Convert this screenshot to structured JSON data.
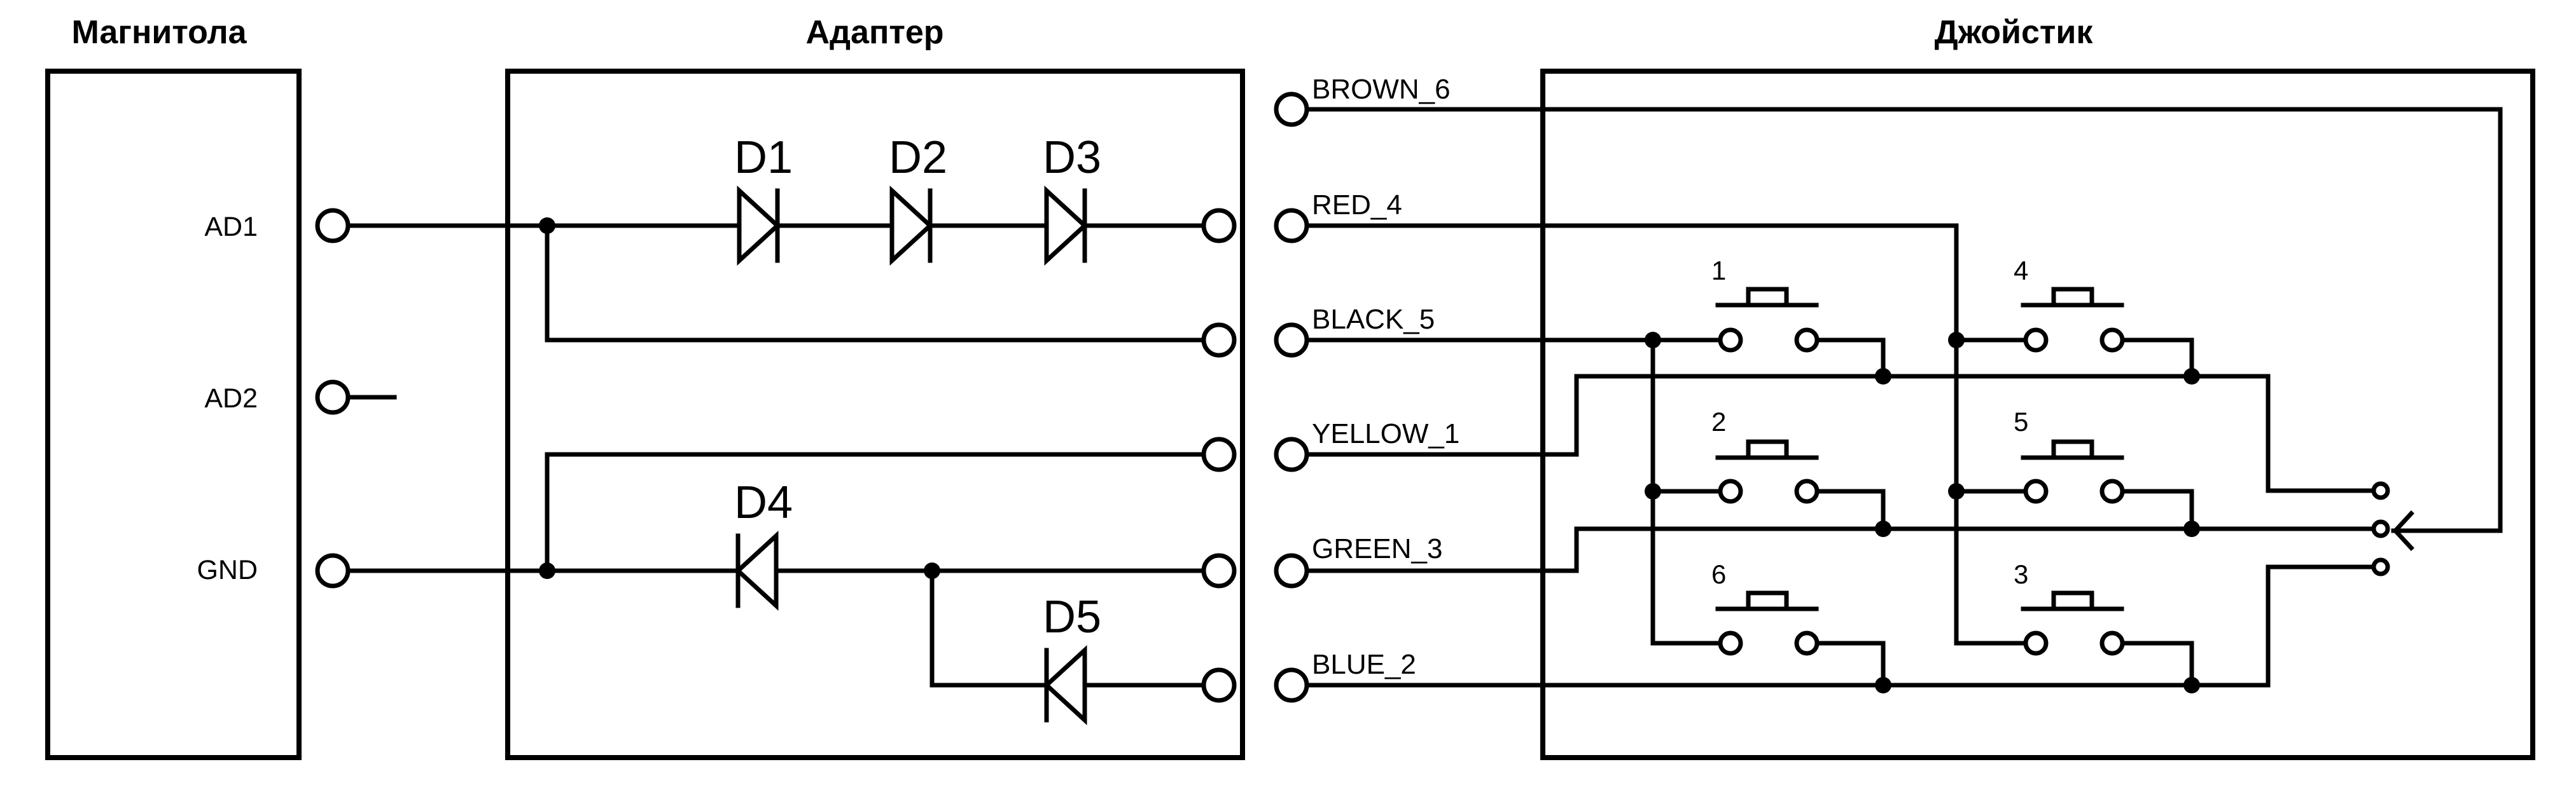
{
  "blocks": {
    "radio": "Магнитола",
    "adapter": "Адаптер",
    "joystick": "Джойстик"
  },
  "radio_pins": [
    "AD1",
    "AD2",
    "GND"
  ],
  "wires": [
    "BROWN_6",
    "RED_4",
    "BLACK_5",
    "YELLOW_1",
    "GREEN_3",
    "BLUE_2"
  ],
  "diodes": [
    "D1",
    "D2",
    "D3",
    "D4",
    "D5"
  ],
  "buttons": [
    "1",
    "4",
    "2",
    "5",
    "6",
    "3"
  ],
  "colors": {
    "ink": "#000000",
    "background": "#ffffff"
  }
}
